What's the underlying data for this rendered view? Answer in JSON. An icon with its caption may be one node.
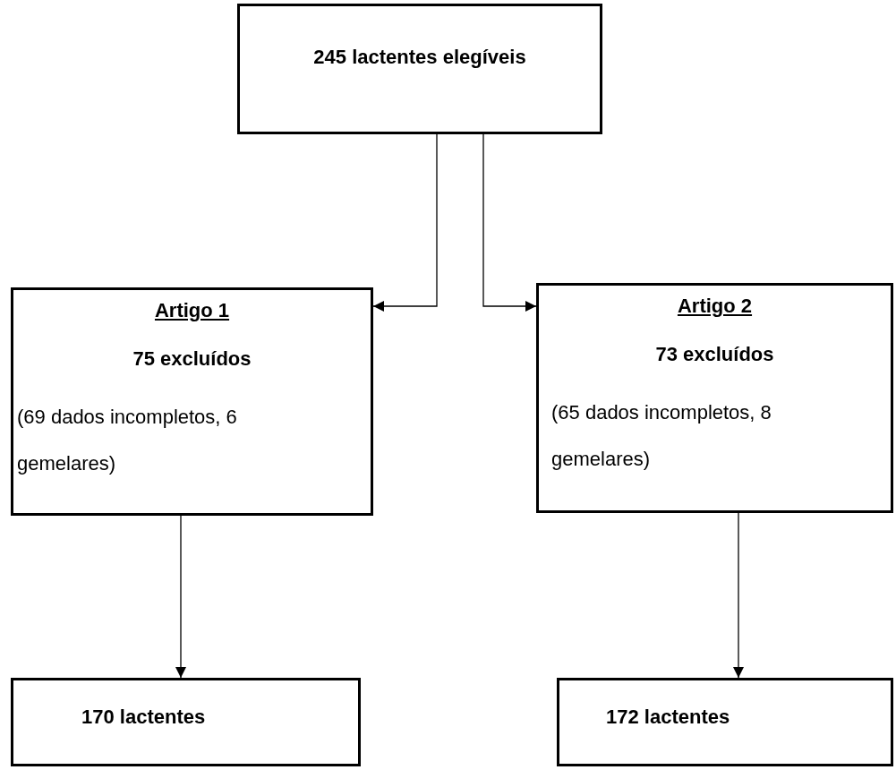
{
  "diagram": {
    "nodes": [
      {
        "text": [
          "245 lactentes elegíveis"
        ]
      },
      {
        "text": [
          "Artigo 1",
          "75 excluídos",
          "(69 dados incompletos, 6 gemelares)"
        ]
      },
      {
        "text": [
          "Artigo 2",
          "73 excluídos",
          "(65 dados incompletos, 8 gemelares)"
        ]
      },
      {
        "text": [
          "170 lactentes"
        ]
      },
      {
        "text": [
          "172 lactentes"
        ]
      }
    ],
    "edges": [
      {
        "from": 0,
        "to": 1,
        "arrow": "to"
      },
      {
        "from": 0,
        "to": 2,
        "arrow": "to"
      },
      {
        "from": 1,
        "to": 3,
        "arrow": "to"
      },
      {
        "from": 2,
        "to": 4,
        "arrow": "to"
      }
    ]
  }
}
